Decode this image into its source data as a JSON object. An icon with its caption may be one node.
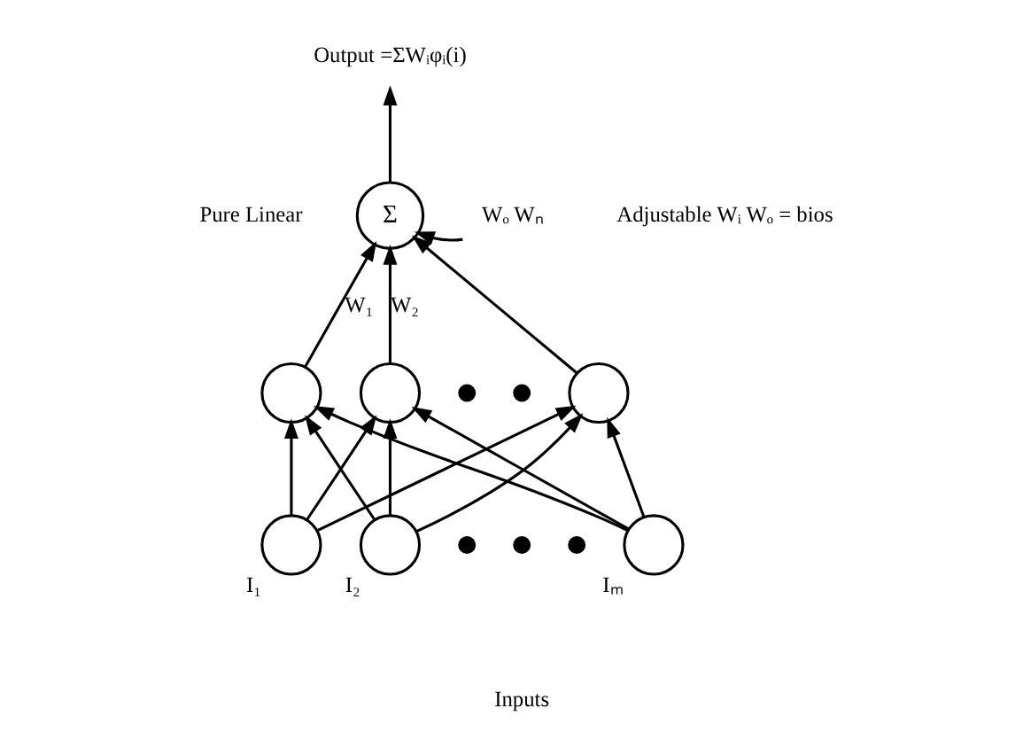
{
  "diagram": {
    "nodes": [
      {
        "text": [
          "Output =ΣWᵢφᵢ(i)"
        ]
      },
      {
        "text": [
          "Σ"
        ],
        "beside": [
          "Pure Linear"
        ]
      },
      {
        "text": [
          "Wₒ Wₙ"
        ]
      },
      {
        "text": [],
        "shape": "circle"
      },
      {
        "text": [],
        "shape": "circle"
      },
      {
        "text": [],
        "shape": "circle"
      },
      {
        "text": [],
        "shape": "circle",
        "beside": [
          "I₁"
        ]
      },
      {
        "text": [],
        "shape": "circle",
        "beside": [
          "I₂"
        ]
      },
      {
        "text": [],
        "shape": "circle",
        "beside": [
          "Iₘ"
        ]
      }
    ],
    "edges": [
      {
        "from": 1,
        "to": 0,
        "arrow": "to"
      },
      {
        "from": 2,
        "to": 1,
        "arrow": "to"
      },
      {
        "from": 3,
        "to": 1,
        "arrow": "to",
        "label": "W₁"
      },
      {
        "from": 4,
        "to": 1,
        "arrow": "to",
        "label": "W₂"
      },
      {
        "from": 5,
        "to": 1,
        "arrow": "to"
      },
      {
        "from": 6,
        "to": 3,
        "arrow": "to"
      },
      {
        "from": 6,
        "to": 4,
        "arrow": "to"
      },
      {
        "from": 6,
        "to": 5,
        "arrow": "to"
      },
      {
        "from": 7,
        "to": 3,
        "arrow": "to"
      },
      {
        "from": 7,
        "to": 4,
        "arrow": "to"
      },
      {
        "from": 7,
        "to": 5,
        "arrow": "to"
      },
      {
        "from": 8,
        "to": 3,
        "arrow": "to"
      },
      {
        "from": 8,
        "to": 4,
        "arrow": "to"
      },
      {
        "from": 8,
        "to": 5,
        "arrow": "to"
      }
    ],
    "labels": [
      "Adjustable Wᵢ Wₒ = bios",
      "Inputs"
    ]
  }
}
